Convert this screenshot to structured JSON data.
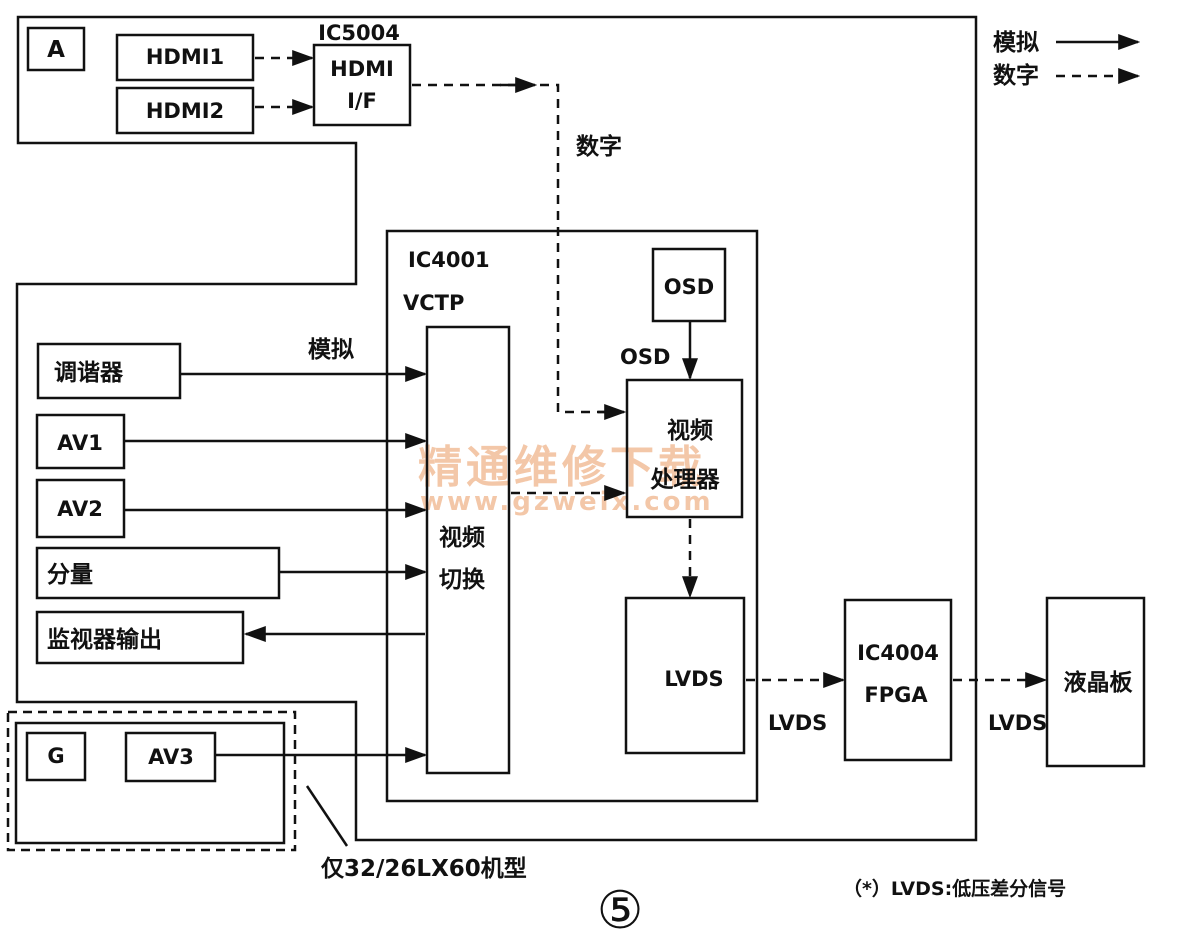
{
  "legend": {
    "analog": "模拟",
    "digital": "数字"
  },
  "board_a": {
    "label": "A"
  },
  "board_g": {
    "label": "G"
  },
  "hdmi1": "HDMI1",
  "hdmi2": "HDMI2",
  "ic5004": {
    "name": "IC5004",
    "line1": "HDMI",
    "line2": "I/F"
  },
  "digital_label": "数字",
  "analog_label": "模拟",
  "ic4001": {
    "name": "IC4001",
    "sub": "VCTP"
  },
  "osd_box": "OSD",
  "osd_label": "OSD",
  "video_switch": {
    "line1": "视频",
    "line2": "切换"
  },
  "video_proc": {
    "line1": "视频",
    "line2": "处理器"
  },
  "lvds_box": "LVDS",
  "inputs": {
    "tuner": "调谐器",
    "av1": "AV1",
    "av2": "AV2",
    "component": "分量",
    "monitor_out": "监视器输出",
    "av3": "AV3"
  },
  "ic4004": {
    "name": "IC4004",
    "sub": "FPGA"
  },
  "lcd_panel": "液晶板",
  "lvds_label_1": "LVDS",
  "lvds_label_2": "LVDS",
  "model_note": "仅32/26LX60机型",
  "footnote": "（*）LVDS:低压差分信号",
  "figure_number": "⑤",
  "watermark": {
    "text": "精通维修下载",
    "url": "www.gzweix.com"
  },
  "colors": {
    "line": "#111111",
    "watermark": "#f3c7a8"
  }
}
